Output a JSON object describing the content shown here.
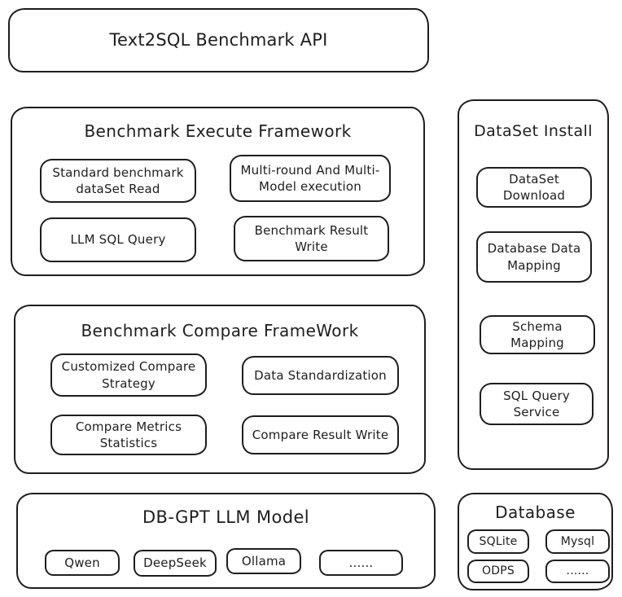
{
  "colors": {
    "stroke": "#1e1e1e",
    "background": "#ffffff"
  },
  "api_box": {
    "title": "Text2SQL Benchmark API"
  },
  "execute_framework": {
    "title": "Benchmark Execute Framework",
    "items": [
      "Standard benchmark dataSet Read",
      "Multi-round And Multi-Model execution",
      "LLM SQL Query",
      "Benchmark Result Write"
    ]
  },
  "compare_framework": {
    "title": "Benchmark Compare FrameWork",
    "items": [
      "Customized Compare Strategy",
      "Data Standardization",
      "Compare Metrics Statistics",
      "Compare Result Write"
    ]
  },
  "dataset_install": {
    "title": "DataSet Install",
    "items": [
      "DataSet Download",
      "Database Data Mapping",
      "Schema Mapping",
      "SQL Query Service"
    ]
  },
  "llm_model": {
    "title": "DB-GPT LLM Model",
    "items": [
      "Qwen",
      "DeepSeek",
      "Ollama",
      "......"
    ]
  },
  "database": {
    "title": "Database",
    "items": [
      "SQLite",
      "Mysql",
      "ODPS",
      "......"
    ]
  }
}
